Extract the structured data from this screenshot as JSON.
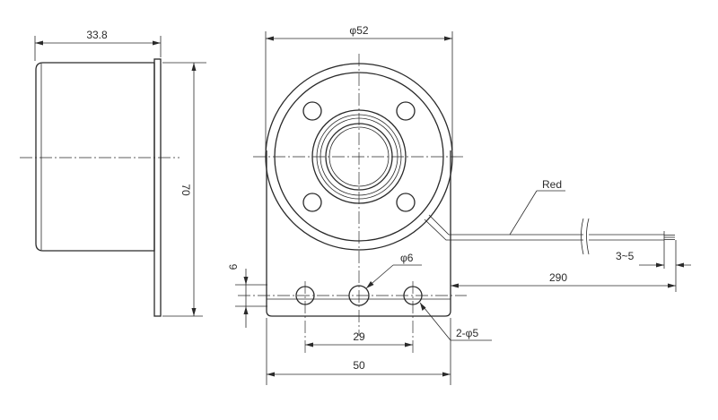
{
  "drawing": {
    "dims": {
      "side_depth": "33.8",
      "height": "70",
      "diameter": "φ52",
      "color_label": "Red",
      "strip": "3~5",
      "lead_length": "290",
      "thickness": "6",
      "center_hole": "φ6",
      "hole_spacing": "29",
      "base_width": "50",
      "side_holes": "2-φ5"
    }
  }
}
